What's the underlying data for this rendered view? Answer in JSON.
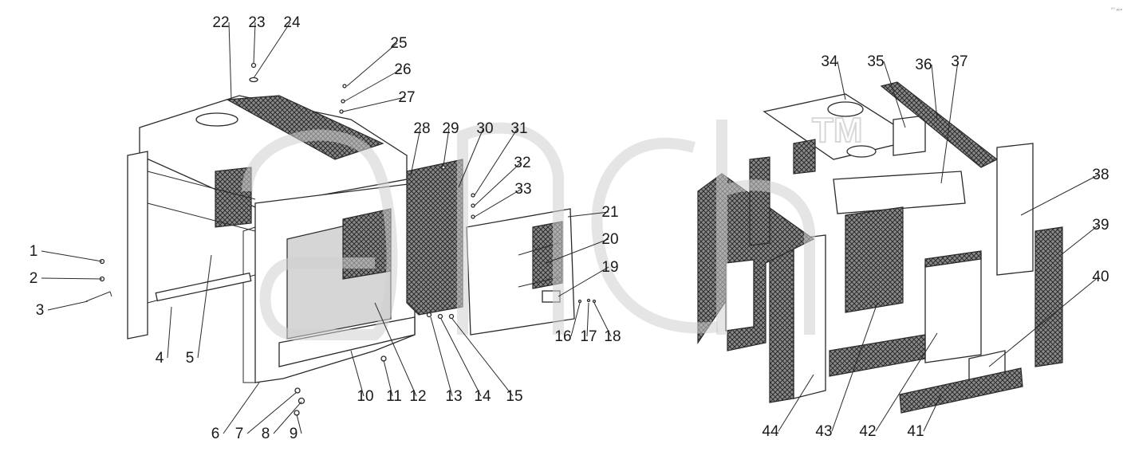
{
  "figure": {
    "callouts": [
      "1",
      "2",
      "3",
      "4",
      "5",
      "6",
      "7",
      "8",
      "9",
      "10",
      "11",
      "12",
      "13",
      "14",
      "15",
      "16",
      "17",
      "18",
      "19",
      "20",
      "21",
      "22",
      "23",
      "24",
      "25",
      "26",
      "27",
      "28",
      "29",
      "30",
      "31",
      "32",
      "33",
      "34",
      "35",
      "36",
      "37",
      "38",
      "39",
      "40",
      "41",
      "42",
      "43",
      "44"
    ],
    "watermark": "TM",
    "corner_mark": "°° ∞∘"
  }
}
